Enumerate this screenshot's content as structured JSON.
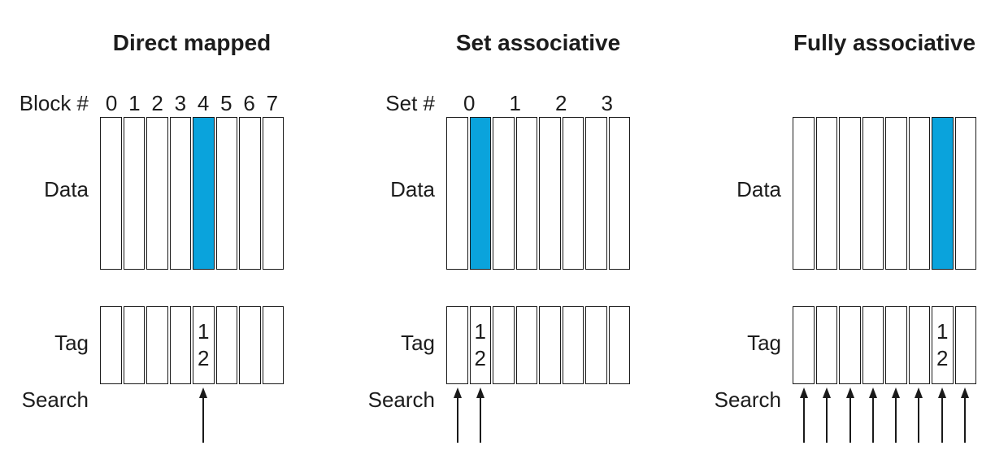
{
  "colors": {
    "highlight": "#0aa3dc",
    "line": "#1a1a1a",
    "text": "#1c1c1c",
    "background": "#ffffff"
  },
  "panels": [
    {
      "title": "Direct mapped",
      "index_label": "Block #",
      "index_numbers": [
        "0",
        "1",
        "2",
        "3",
        "4",
        "5",
        "6",
        "7"
      ],
      "data_label": "Data",
      "tag_label": "Tag",
      "search_label": "Search",
      "cell_count": 8,
      "highlighted_data_cell": 4,
      "tag_value_cell": 4,
      "tag_value_lines": [
        "1",
        "2"
      ],
      "search_arrow_cells": [
        4
      ]
    },
    {
      "title": "Set associative",
      "index_label": "Set #",
      "index_numbers": [
        "0",
        "1",
        "2",
        "3"
      ],
      "data_label": "Data",
      "tag_label": "Tag",
      "search_label": "Search",
      "cell_count": 8,
      "highlighted_data_cell": 1,
      "tag_value_cell": 1,
      "tag_value_lines": [
        "1",
        "2"
      ],
      "search_arrow_cells": [
        0,
        1
      ]
    },
    {
      "title": "Fully associative",
      "index_label": "",
      "index_numbers": [],
      "data_label": "Data",
      "tag_label": "Tag",
      "search_label": "Search",
      "cell_count": 8,
      "highlighted_data_cell": 6,
      "tag_value_cell": 6,
      "tag_value_lines": [
        "1",
        "2"
      ],
      "search_arrow_cells": [
        0,
        1,
        2,
        3,
        4,
        5,
        6,
        7
      ]
    }
  ]
}
